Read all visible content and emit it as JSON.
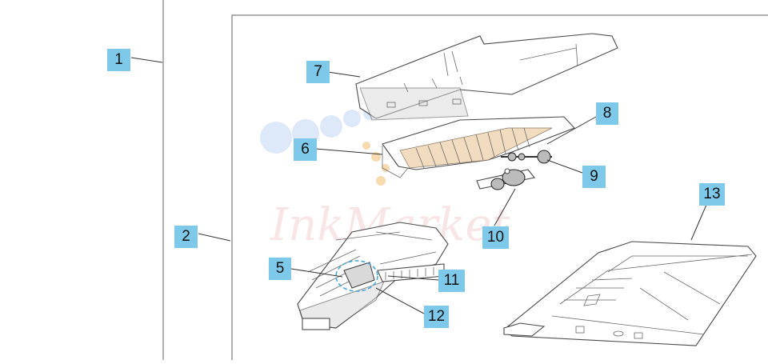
{
  "callouts": [
    {
      "id": "1",
      "label": "1"
    },
    {
      "id": "2",
      "label": "2"
    },
    {
      "id": "5",
      "label": "5"
    },
    {
      "id": "6",
      "label": "6"
    },
    {
      "id": "7",
      "label": "7"
    },
    {
      "id": "8",
      "label": "8"
    },
    {
      "id": "9",
      "label": "9"
    },
    {
      "id": "10",
      "label": "10"
    },
    {
      "id": "11",
      "label": "11"
    },
    {
      "id": "12",
      "label": "12"
    },
    {
      "id": "13",
      "label": "13"
    }
  ],
  "watermark": {
    "text": "InkMarket"
  },
  "colors": {
    "callout_bg": "#7ec8ea",
    "rib": "#f1dcc0",
    "outline": "#4a4a4a"
  }
}
